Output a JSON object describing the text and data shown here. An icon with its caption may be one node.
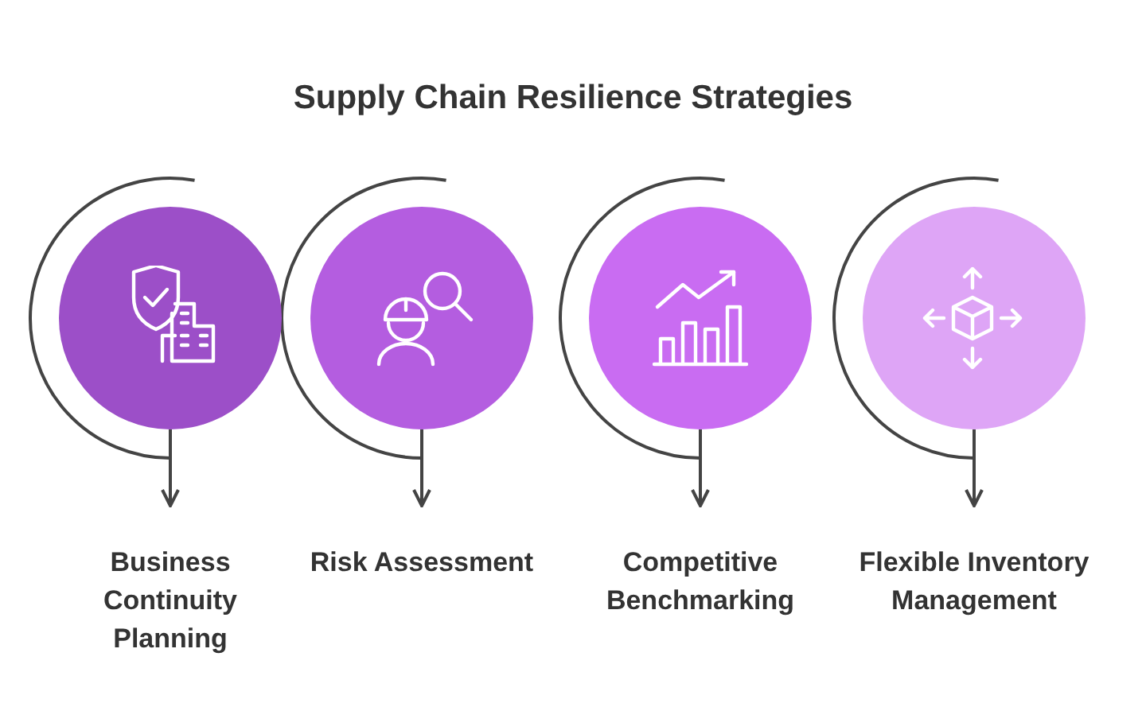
{
  "diagram": {
    "title": "Supply Chain Resilience Strategies",
    "nodes": [
      {
        "text": [],
        "shape": "circle"
      },
      {
        "text": [
          "Business Continuity Planning"
        ]
      },
      {
        "text": [],
        "shape": "circle"
      },
      {
        "text": [
          "Risk Assessment"
        ]
      },
      {
        "text": [],
        "shape": "circle"
      },
      {
        "text": [
          "Competitive Benchmarking"
        ]
      },
      {
        "text": [],
        "shape": "circle"
      },
      {
        "text": [
          "Flexible Inventory Management"
        ]
      }
    ],
    "edges": [
      {
        "from": 0,
        "to": 1,
        "arrow": "to"
      },
      {
        "from": 2,
        "to": 3,
        "arrow": "to"
      },
      {
        "from": 4,
        "to": 5,
        "arrow": "to"
      },
      {
        "from": 6,
        "to": 7,
        "arrow": "to"
      }
    ]
  }
}
